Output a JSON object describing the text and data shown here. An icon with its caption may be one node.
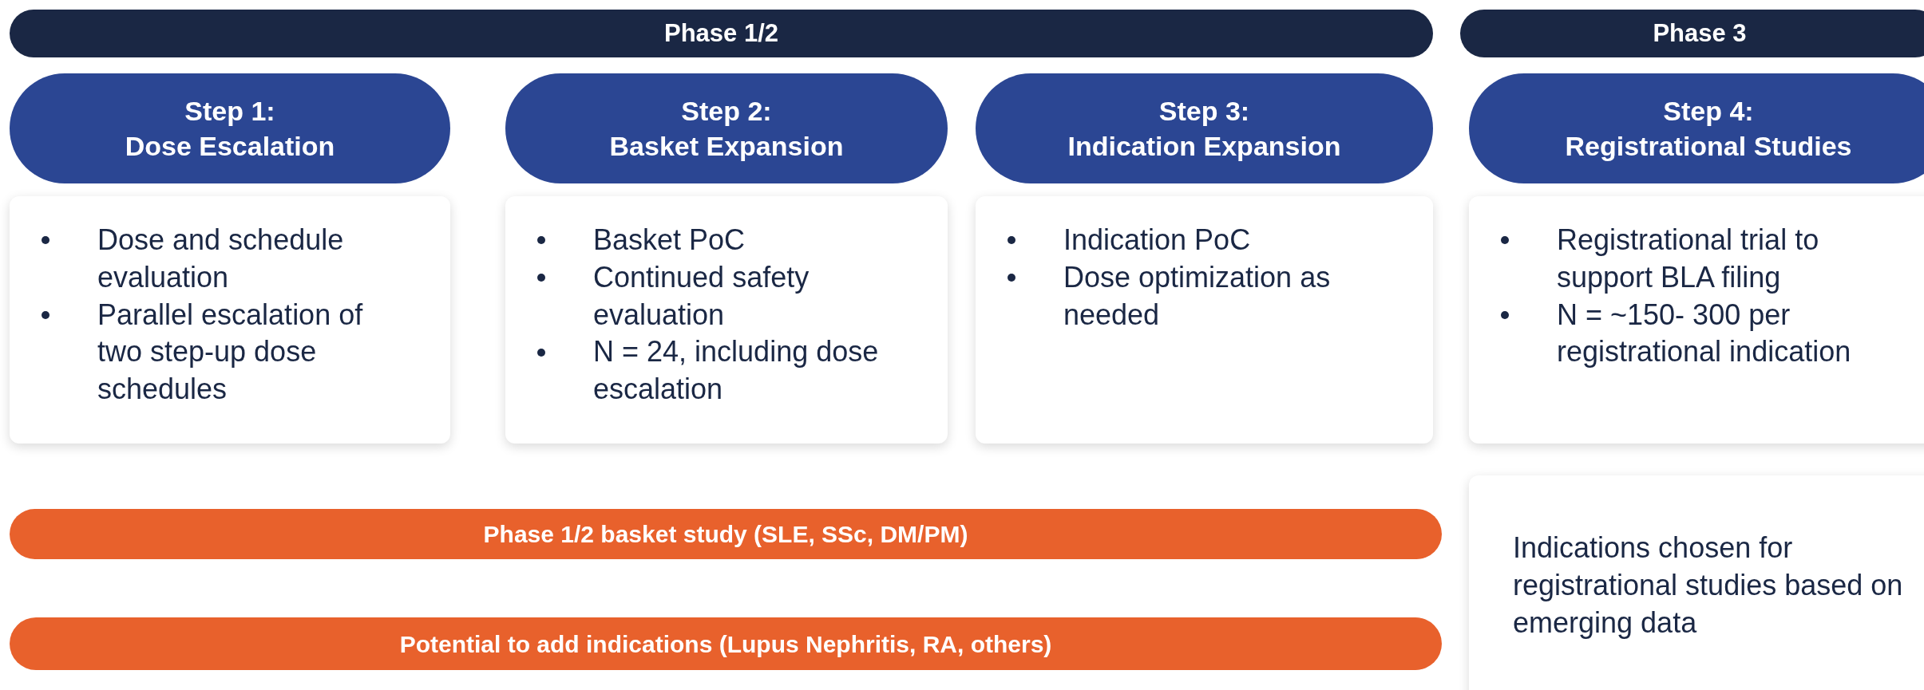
{
  "diagram": {
    "nodes": [
      {
        "text": [
          "Phase 1/2"
        ]
      },
      {
        "text": [
          "Phase 3"
        ]
      },
      {
        "text": [
          "Step 1:",
          "Dose Escalation"
        ]
      },
      {
        "text": [
          "Step 2:",
          "Basket Expansion"
        ]
      },
      {
        "text": [
          "Step 3:",
          "Indication Expansion"
        ]
      },
      {
        "text": [
          "Step 4:",
          "Registrational Studies"
        ]
      },
      {
        "text": [
          "Dose and schedule evaluation",
          "Parallel escalation of two step-up dose schedules"
        ]
      },
      {
        "text": [
          "Basket PoC",
          "Continued safety evaluation",
          "N = 24, including dose escalation"
        ]
      },
      {
        "text": [
          "Indication PoC",
          "Dose optimization as needed"
        ]
      },
      {
        "text": [
          "Registrational trial to support BLA filing",
          "N = ~150- 300 per registrational indication"
        ]
      },
      {
        "text": [
          "Phase 1/2 basket study (SLE, SSc, DM/PM)"
        ]
      },
      {
        "text": [
          "Potential to add indications (Lupus Nephritis, RA, others)"
        ]
      },
      {
        "text": [
          "Indications chosen for registrational studies based on emerging data"
        ]
      }
    ]
  }
}
